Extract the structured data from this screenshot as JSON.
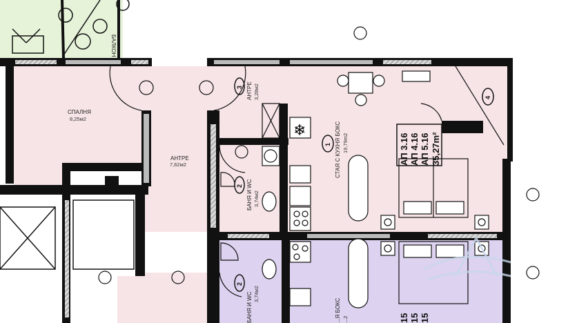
{
  "colors": {
    "apartment_1": "#f7e4e6",
    "apartment_2": "#ddd2ef",
    "balcony": "#e6f3d9",
    "wall": "#111111",
    "hatch": "#9a9a9a",
    "watermark": "#c9d8ec"
  },
  "rooms": [
    {
      "name": "СПАЛНЯ",
      "area": "8,25м2"
    },
    {
      "name": "АНТРЕ",
      "area": "7,62м2"
    },
    {
      "name": "АНТРЕ",
      "area": "3,28м2",
      "number": "3"
    },
    {
      "name": "БАНЯ И WC",
      "area": "3,74м2",
      "number": "2"
    },
    {
      "name": "СТАЯ С КУХНЯ БОКС",
      "area": "19,79m2",
      "number": "1"
    },
    {
      "name": "БАНЯ И WC",
      "area": "3,74м2",
      "number": "2"
    },
    {
      "name": "...Я БОКС",
      "area": "...2"
    }
  ],
  "unit_box": {
    "lines": [
      "АП 3.16",
      "АП 4.16",
      "АП 5.16"
    ],
    "total": "35,27m²"
  },
  "lower_unit_box": {
    "lines": [
      "15",
      "15",
      "15"
    ]
  },
  "balcony": {
    "label": "БАЛКОН"
  },
  "room_4": {
    "number": "4"
  }
}
